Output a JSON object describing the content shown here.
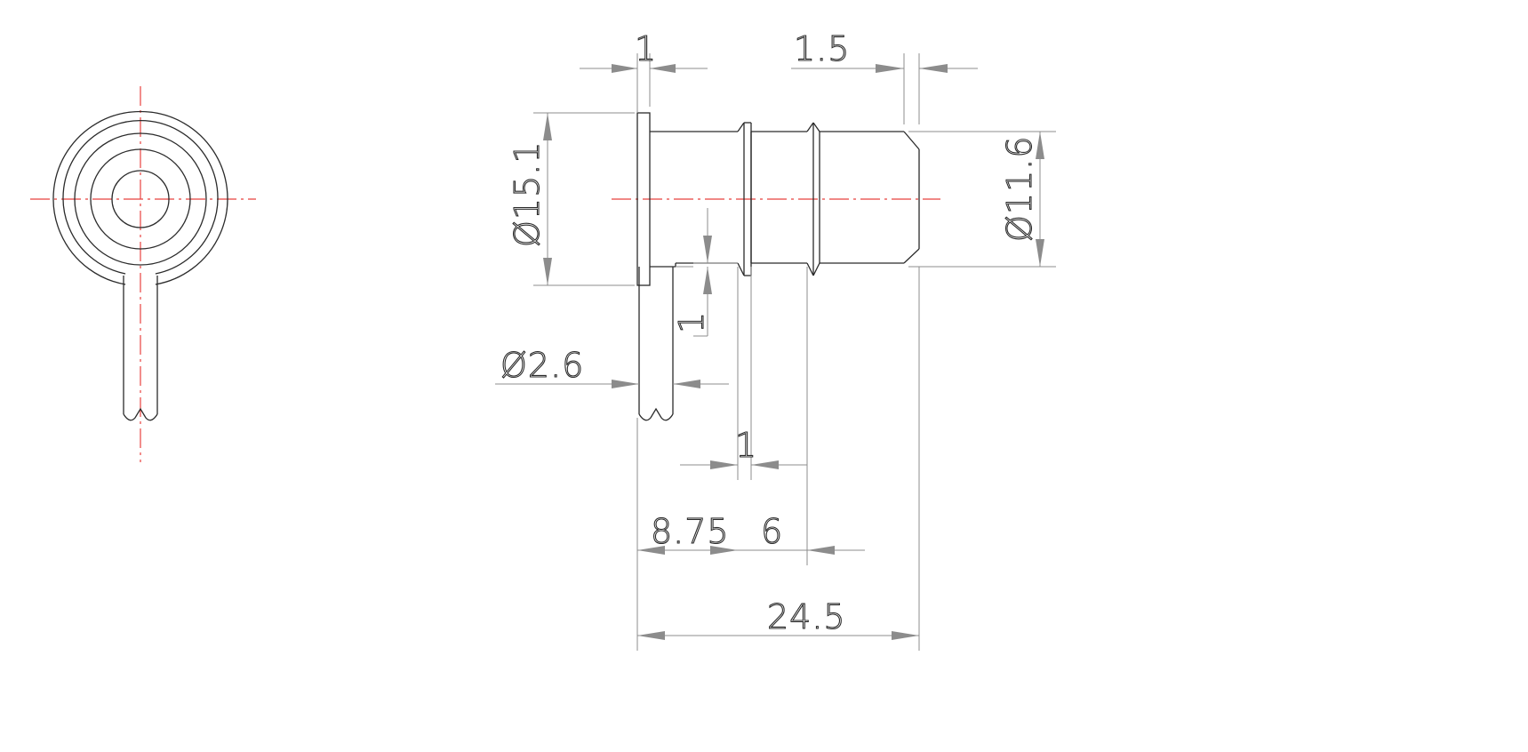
{
  "drawing": {
    "colors": {
      "object_line": "#2b2b2b",
      "center_line": "#e8423f",
      "dimension_line": "#8c8c8c",
      "background": "#ffffff"
    },
    "dimensions": {
      "flange_thickness": "1",
      "rib_thickness": "1.5",
      "flange_diameter": "Ø15.1",
      "body_diameter": "Ø11.6",
      "step_height": "1",
      "pin_diameter": "Ø2.6",
      "rib_width": "1",
      "flange_to_rib": "8.75",
      "rib_pitch": "6",
      "overall_length": "24.5"
    }
  }
}
